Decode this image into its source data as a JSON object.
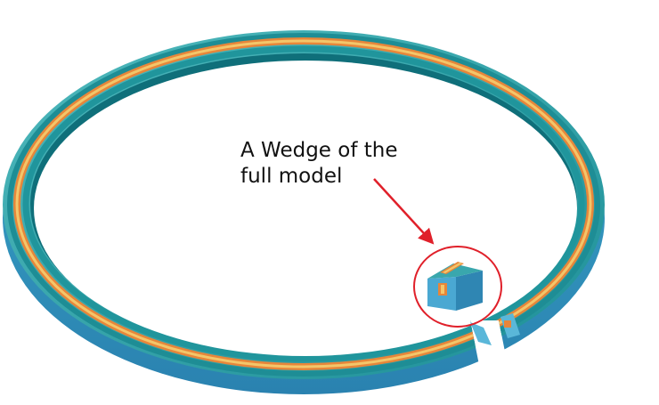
{
  "annotation": {
    "line1": "A Wedge of the",
    "line2": "full model"
  },
  "colors": {
    "ring_teal": "#1f9aa6",
    "ring_outer_side": "#2b8fb8",
    "ring_dark": "#0f6f7a",
    "ring_light": "#59c7c9",
    "core_orange": "#e7863a",
    "core_yellow": "#f3c66a",
    "arrow_red": "#e0202a"
  },
  "icons": {
    "wedge": "wedge-block-icon",
    "arrow": "red-arrow"
  }
}
